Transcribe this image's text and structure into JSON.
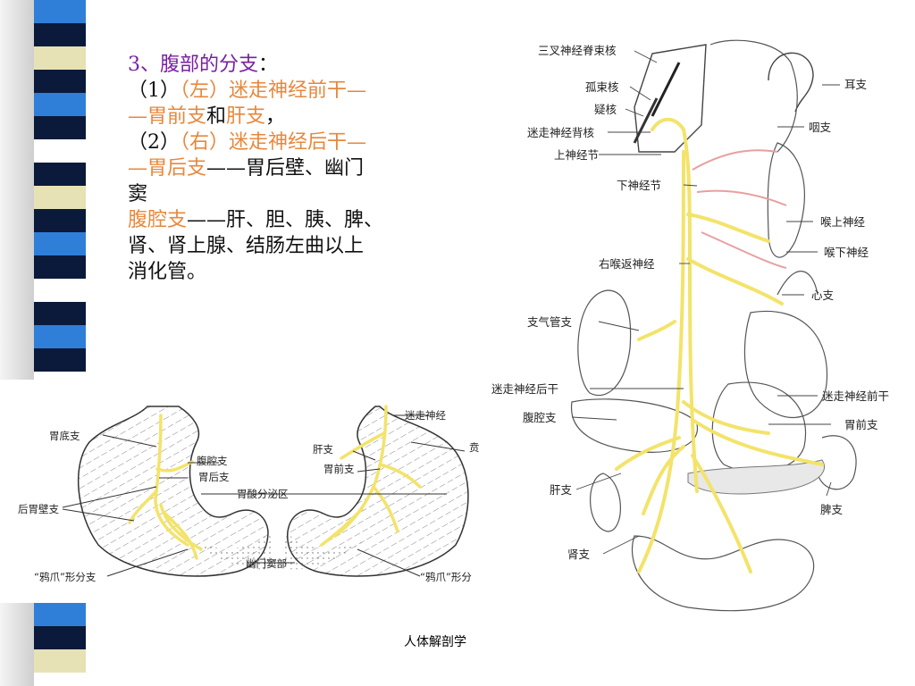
{
  "slide": {
    "heading": {
      "prefix": "3、腹部的分支",
      "colon": "："
    },
    "lines": [
      {
        "num": "（1）",
        "a": "（左）迷走神经前干—",
        "b": "—胃前支",
        "c": "和",
        "d": "肝支",
        "e": "，"
      },
      {
        "num": "（2）",
        "a": "（右）迷走神经后干—",
        "b": "—胃后支",
        "c": "——胃后壁、幽门",
        "d": "窦"
      },
      {
        "a": "腹腔支",
        "b": "——肝、胆、胰、脾、",
        "c": "肾、肾上腺、结肠左曲以上",
        "d": "消化管。"
      }
    ],
    "footer": "人体解剖学"
  },
  "left_diagram": {
    "labels": {
      "gastric_fundus": "胃底支",
      "celiac": "腹腔支",
      "posterior_gastric": "胃后支",
      "posterior_wall": "后胃壁支",
      "acid_zone": "胃酸分泌区",
      "vagus": "迷走神经",
      "hepatic": "肝支",
      "anterior_gastric": "胃前支",
      "cardia": "贲",
      "pyloric_antrum": "幽门窦部",
      "crow_left": "“鸦爪”形分支",
      "crow_right": "“鸦爪”形分"
    }
  },
  "right_diagram": {
    "labels": {
      "trigeminal": "三叉神经脊束核",
      "ambiguus_solitary": "孤束核",
      "ambiguus": "疑核",
      "dorsal_nucleus": "迷走神经背核",
      "superior_ganglion": "上神经节",
      "inferior_ganglion": "下神经节",
      "recurrent_laryngeal": "右喉返神经",
      "bronchial": "支气管支",
      "posterior_trunk": "迷走神经后干",
      "celiac": "腹腔支",
      "hepatic": "肝支",
      "renal": "肾支",
      "auricular": "耳支",
      "pharyngeal": "咽支",
      "superior_laryngeal": "喉上神经",
      "inferior_laryngeal": "喉下神经",
      "cardiac": "心支",
      "anterior_trunk": "迷走神经前干",
      "anterior_gastric": "胃前支",
      "splenic": "脾支"
    }
  },
  "colors": {
    "accent_purple": "#7a1fa2",
    "accent_orange": "#e8873b",
    "nerve_yellow": "#f3e36a",
    "strip_dark": "#0b1a3a",
    "strip_blue": "#2f7fd8",
    "strip_cream": "#e7e2b6"
  }
}
